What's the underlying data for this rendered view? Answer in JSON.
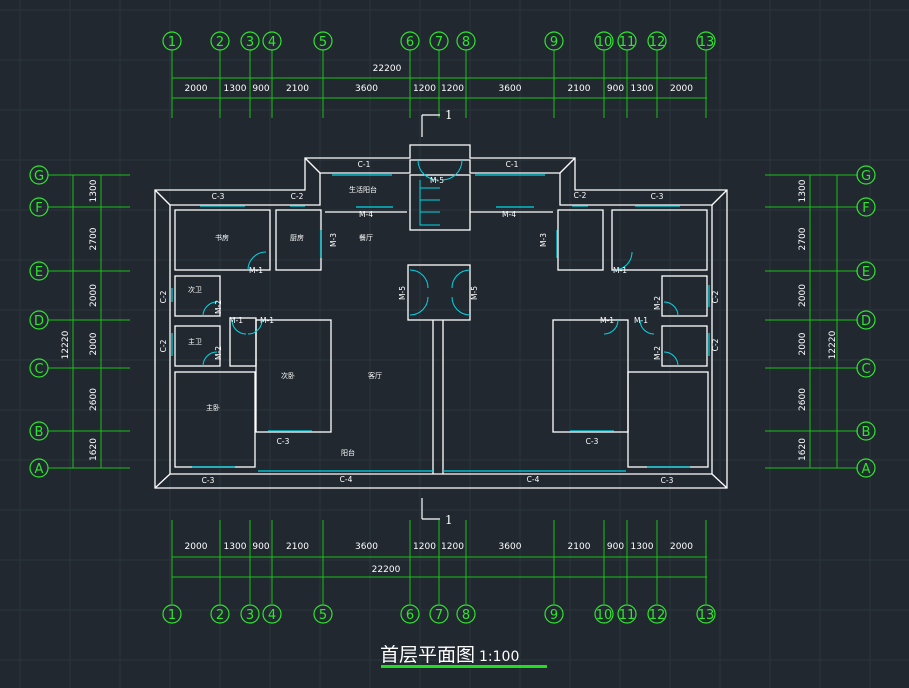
{
  "drawing": {
    "title": "首层平面图",
    "scale": "1:100",
    "section_mark": "1"
  },
  "horizontal_axes": [
    "1",
    "2",
    "3",
    "4",
    "5",
    "6",
    "7",
    "8",
    "9",
    "10",
    "11",
    "12",
    "13"
  ],
  "vertical_axes": [
    "G",
    "F",
    "E",
    "D",
    "C",
    "B",
    "A"
  ],
  "dimensions": {
    "top_total": "22200",
    "bottom_total": "22200",
    "segments": [
      "2000",
      "1300",
      "900",
      "2100",
      "3600",
      "1200",
      "1200",
      "3600",
      "2100",
      "900",
      "1300",
      "2000"
    ],
    "side_total": "12220",
    "side_segments": [
      "1300",
      "2700",
      "2000",
      "2000",
      "2600",
      "1620"
    ]
  },
  "rooms": {
    "balcony_living": "生活阳台",
    "study": "书房",
    "kitchen": "厨房",
    "dining": "餐厅",
    "second_bath": "次卫",
    "master_bath": "主卫",
    "second_bedroom": "次卧",
    "living_room": "客厅",
    "master_bedroom": "主卧",
    "balcony": "阳台"
  },
  "openings": {
    "C1": "C-1",
    "C2": "C-2",
    "C3": "C-3",
    "C4": "C-4",
    "M1": "M-1",
    "M2": "M-2",
    "M3": "M-3",
    "M4": "M-4",
    "M5": "M-5"
  },
  "colors": {
    "background": "#212830",
    "axis": "#2ee62e",
    "wall": "#ffffff",
    "window": "#00d8e6"
  }
}
